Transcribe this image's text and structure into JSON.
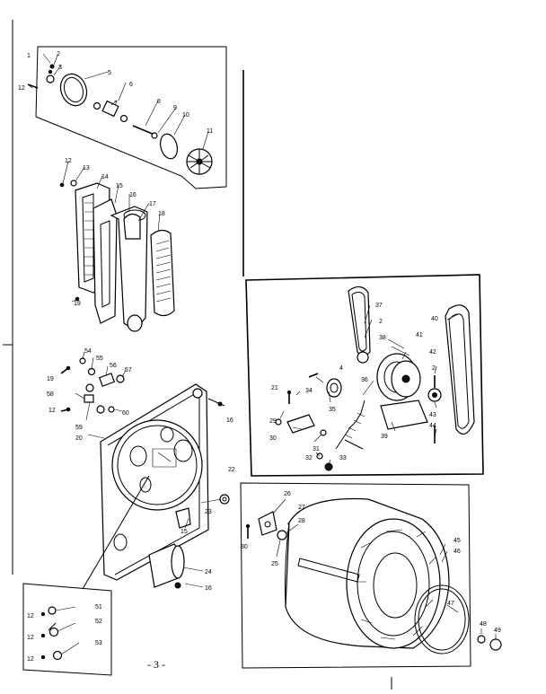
{
  "page": {
    "number": "- 3 -"
  },
  "callouts": {
    "c1": "1",
    "c2": "2",
    "c3": "3",
    "c5": "5",
    "c6": "6",
    "c7": "7",
    "c8": "8",
    "c9": "9",
    "c10": "10",
    "c11": "11",
    "c12": "12",
    "c12b": "12",
    "c13": "13",
    "c14": "14",
    "c15": "15",
    "c16": "16",
    "c17": "17",
    "c18": "18",
    "c19": "19",
    "c54": "54",
    "c55": "55",
    "c56": "56",
    "c57": "57",
    "c19b": "19",
    "c58": "58",
    "c59": "59",
    "c60": "60",
    "c12c": "12",
    "c20": "20",
    "c16b": "16",
    "c15b": "15",
    "c22": "22",
    "c23": "23",
    "c24": "24",
    "c16c": "16",
    "c37": "37",
    "c2b": "2",
    "c38": "38",
    "c41": "41",
    "c42": "42",
    "c40": "40",
    "c4": "4",
    "c2c": "2",
    "c21": "21",
    "c34": "34",
    "c36": "36",
    "c35": "35",
    "c29": "29",
    "c30": "30",
    "c31": "31",
    "c32": "32",
    "c33": "33",
    "c39": "39",
    "c43": "43",
    "c44": "44",
    "c26": "26",
    "c27": "27",
    "c28": "28",
    "c30b": "30",
    "c25": "25",
    "c45": "45",
    "c46": "46",
    "c47": "47",
    "c48": "48",
    "c49": "49",
    "c12d": "12",
    "c51": "51",
    "c12e": "12",
    "c52": "52",
    "c12f": "12",
    "c53": "53"
  }
}
